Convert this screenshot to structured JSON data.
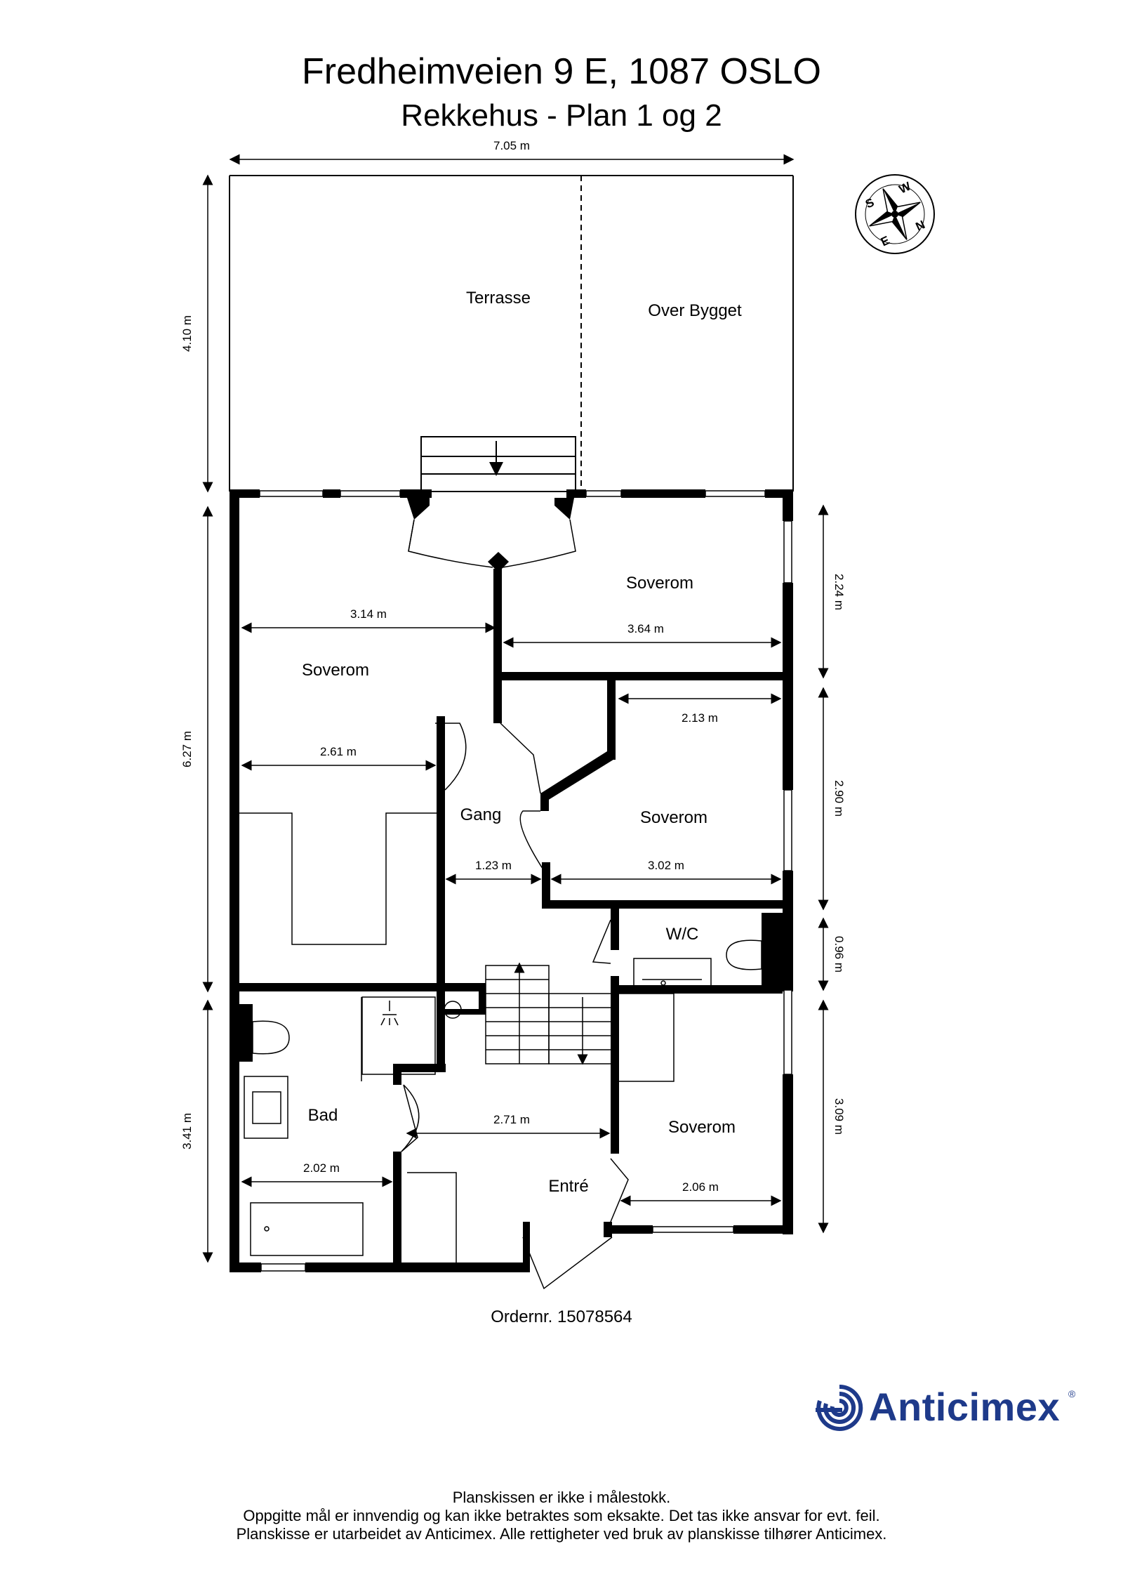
{
  "header": {
    "title": "Fredheimveien 9 E, 1087 OSLO",
    "subtitle": "Rekkehus  - Plan 1 og 2"
  },
  "rooms": {
    "terrasse": "Terrasse",
    "over_bygget": "Over Bygget",
    "soverom_nw": "Soverom",
    "soverom_ne": "Soverom",
    "soverom_mid": "Soverom",
    "soverom_se": "Soverom",
    "gang": "Gang",
    "wc": "W/C",
    "bad": "Bad",
    "entre": "Entré"
  },
  "dimensions": {
    "top_width": "7.05 m",
    "left_terrace": "4.10 m",
    "left_upper": "6.27 m",
    "left_lower": "3.41 m",
    "right_1": "2.24 m",
    "right_2": "2.90 m",
    "right_3": "0.96 m",
    "right_4": "3.09 m",
    "nw_room_width": "3.14 m",
    "ne_room_width": "3.64 m",
    "mid_room_top": "2.13 m",
    "nw_room_lower": "2.61 m",
    "gang_width": "1.23 m",
    "mid_room_width": "3.02 m",
    "entre_width": "2.71 m",
    "bad_width": "2.02 m",
    "se_room_width": "2.06 m"
  },
  "compass": {
    "letters": [
      "N",
      "S",
      "W",
      "E"
    ]
  },
  "order": "Ordernr. 15078564",
  "brand": {
    "name": "Anticimex",
    "reg": "®",
    "color": "#1e3a8a"
  },
  "footer": {
    "line1": "Planskissen er ikke i målestokk.",
    "line2": "Oppgitte mål er innvendig og kan ikke betraktes som eksakte. Det tas ikke ansvar for evt. feil.",
    "line3": "Planskisse er utarbeidet av Anticimex. Alle rettigheter ved bruk av planskisse tilhører Anticimex."
  }
}
